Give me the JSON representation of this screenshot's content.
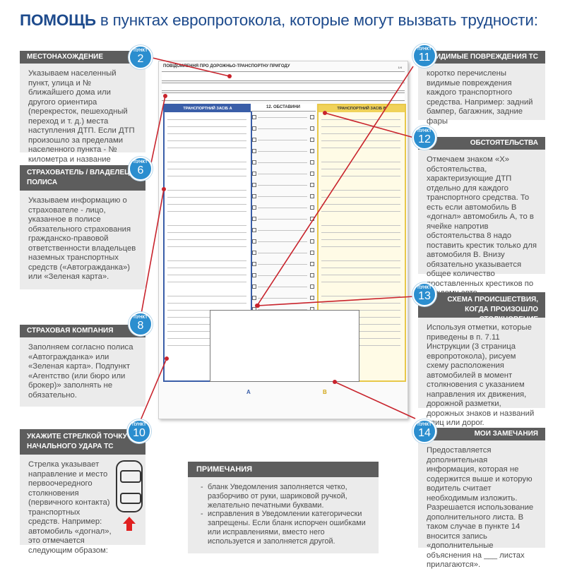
{
  "title": {
    "bold": "ПОМОЩЬ",
    "rest": " в пунктах европротокола, которые могут вызвать трудности:"
  },
  "badge_label": "ПУНКТ",
  "colors": {
    "accent_blue": "#2b8ecf",
    "title_blue": "#1d4a8c",
    "line_red": "#c8232c",
    "header_gray": "#5d5d5d",
    "box_gray": "#ebebeb",
    "vehicle_a": "#3a5ea8",
    "vehicle_b": "#e8c84a"
  },
  "items": {
    "p2": {
      "number": "2",
      "header": "МЕСТОНАХОЖДЕНИЕ",
      "text": "Указываем населенный пункт, улица и № ближайшего дома или другого ориентира (перекресток, пешеходный переход и т. д.) места наступления ДТП. Если ДТП произошло за пределами населенного пункта - № километра и название трассы."
    },
    "p6": {
      "number": "6",
      "header": "СТРАХОВАТЕЛЬ / ВЛАДЕЛЕЦ ПОЛИСА",
      "text": "Указываем информацию о страхователе - лицо, указанное в полисе обязательного страхования гражданско-правовой ответственности владельцев наземных транспортных средств («Автогражданка») или «Зеленая карта»."
    },
    "p8": {
      "number": "8",
      "header": "СТРАХОВАЯ КОМПАНИЯ",
      "text": "Заполняем согласно полиса «Автогражданка» или «Зеленая карта». Подпункт «Агентство (или бюро или брокер)» заполнять не обязательно."
    },
    "p10": {
      "number": "10",
      "header": "УКАЖИТЕ СТРЕЛКОЙ ТОЧКУ НАЧАЛЬНОГО УДАРА ТС",
      "text": "Стрелка указывает направление и место первоочередного столкновения (первичного контакта) транспортных средств. Например: автомобиль «догнал», это отмечается следующим образом:"
    },
    "p11": {
      "number": "11",
      "header": "ВИДИМЫЕ ПОВРЕЖДЕНИЯ ТС",
      "text": "коротко перечислены видимые повреждения каждого транспортного средства. Например: задний бампер, багажник, задние фары"
    },
    "p12": {
      "number": "12",
      "header": "ОБСТОЯТЕЛЬСТВА",
      "text": "Отмечаем знаком «X» обстоятельства, характеризующие ДТП отдельно для каждого транспортного средства. То есть если автомобиль В «догнал» автомобиль А, то в ячейке напротив обстоятельства 8 надо поставить крестик только для автомобиля В. Внизу обязательно указывается общее количество проставленных крестиков по каждому авто."
    },
    "p13": {
      "number": "13",
      "header": "СХЕМА ПРОИСШЕСТВИЯ, КОГДА ПРОИЗОШЛО СТОЛКНОВЕНИЕ",
      "text": "Используя отметки, которые приведены в п. 7.11 Инструкции (3 страница европротокола), рисуем схему расположения автомобилей в момент столкновения с указанием направления их движения, дорожной разметки, дорожных знаков и названий улиц или дорог."
    },
    "p14": {
      "number": "14",
      "header": "МОИ ЗАМЕЧАНИЯ",
      "text": "Предоставляется дополнительная информация, которая не содержится выше и которую водитель считает необходимым изложить. Разрешается использование дополнительного листа. В таком случае в пункте 14 вносится запись «дополнительные объяснения на ___ листах прилагаются»."
    }
  },
  "notes": {
    "header": "ПРИМЕЧАНИЯ",
    "items": [
      "бланк Уведомления заполняется четко, разборчиво от руки, шариковой ручкой, желательно печатными буквами.",
      "исправления в Уведомлении категорически запрещены. Если бланк испорчен ошибками или исправлениями, вместо него используется и заполняется другой."
    ]
  },
  "form": {
    "title": "ПОВІДОМЛЕННЯ ПРО ДОРОЖНЬО-ТРАНСПОРТНУ ПРИГОДУ",
    "vehicle_a": "ТРАНСПОРТНИЙ ЗАСІБ А",
    "vehicle_b": "ТРАНСПОРТНИЙ ЗАСІБ В",
    "circumstances": "12. ОБСТАВИНИ",
    "letter_a": "A",
    "letter_b": "B"
  }
}
